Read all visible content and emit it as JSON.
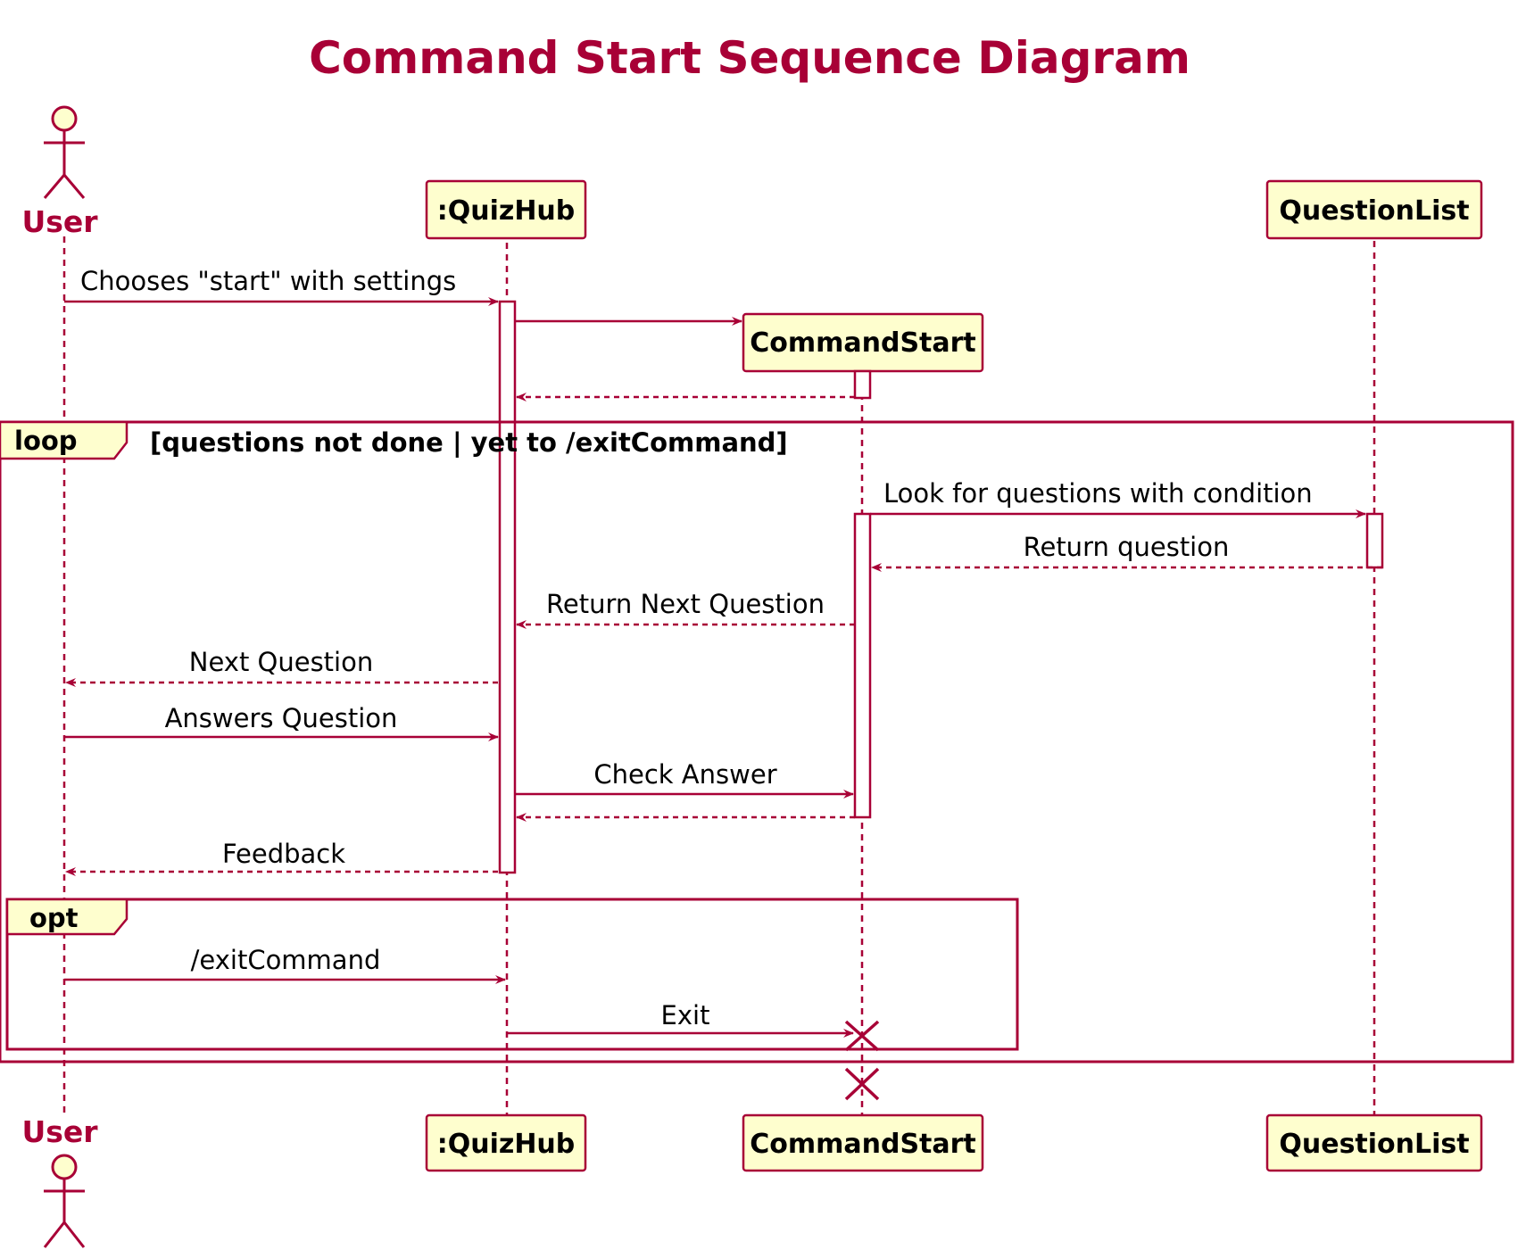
{
  "title": "Command Start Sequence Diagram",
  "participants": {
    "user": "User",
    "quizhub": ":QuizHub",
    "commandstart": "CommandStart",
    "questionlist": "QuestionList"
  },
  "frames": {
    "loop": {
      "keyword": "loop",
      "condition": "[questions not done | yet to /exitCommand]"
    },
    "opt": {
      "keyword": "opt"
    }
  },
  "messages": {
    "m1": "Chooses \"start\" with settings",
    "m2": "Look for questions with condition",
    "m3": "Return question",
    "m4": "Return Next Question",
    "m5": "Next Question",
    "m6": "Answers Question",
    "m7": "Check Answer",
    "m8": "Feedback",
    "m9": "/exitCommand",
    "m10": "Exit"
  },
  "colors": {
    "line": "#a80036",
    "box_fill": "#fefece",
    "title": "#a80036"
  }
}
